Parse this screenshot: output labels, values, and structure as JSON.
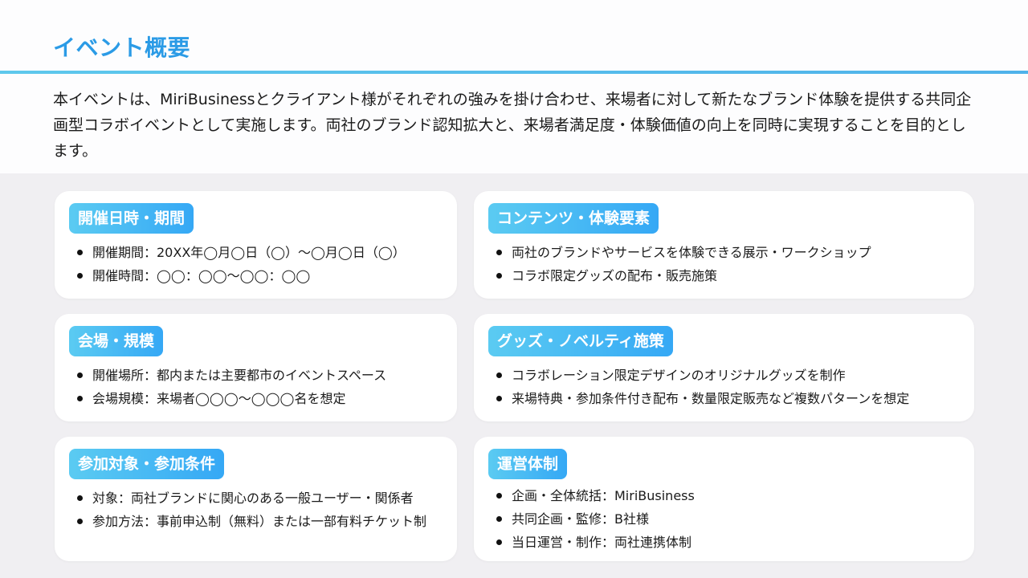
{
  "header": {
    "title": "イベント概要",
    "intro": "本イベントは、MiriBusinessとクライアント様がそれぞれの強みを掛け合わせ、来場者に対して新たなブランド体験を提供する共同企画型コラボイベントとして実施します。両社のブランド認知拡大と、来場者満足度・体験価値の向上を同時に実現することを目的とします。"
  },
  "colors": {
    "title": "#2b9be6",
    "badge_start": "#5bcbf2",
    "badge_end": "#35a8f5",
    "background": "#f0eff2",
    "card": "#ffffff"
  },
  "cards": [
    {
      "title": "開催日時・期間",
      "items": [
        "開催期間：20XX年◯月◯日（◯）～◯月◯日（◯）",
        "開催時間：◯◯：◯◯～◯◯：◯◯"
      ]
    },
    {
      "title": "コンテンツ・体験要素",
      "items": [
        "両社のブランドやサービスを体験できる展示・ワークショップ",
        "コラボ限定グッズの配布・販売施策"
      ]
    },
    {
      "title": "会場・規模",
      "items": [
        "開催場所：都内または主要都市のイベントスペース",
        "会場規模：来場者◯◯◯～◯◯◯名を想定"
      ]
    },
    {
      "title": "グッズ・ノベルティ施策",
      "items": [
        "コラボレーション限定デザインのオリジナルグッズを制作",
        "来場特典・参加条件付き配布・数量限定販売など複数パターンを想定"
      ]
    },
    {
      "title": "参加対象・参加条件",
      "items": [
        "対象：両社ブランドに関心のある一般ユーザー・関係者",
        "参加方法：事前申込制（無料）または一部有料チケット制"
      ]
    },
    {
      "title": "運営体制",
      "items": [
        "企画・全体統括：MiriBusiness",
        "共同企画・監修：B社様",
        "当日運営・制作：両社連携体制"
      ]
    }
  ]
}
